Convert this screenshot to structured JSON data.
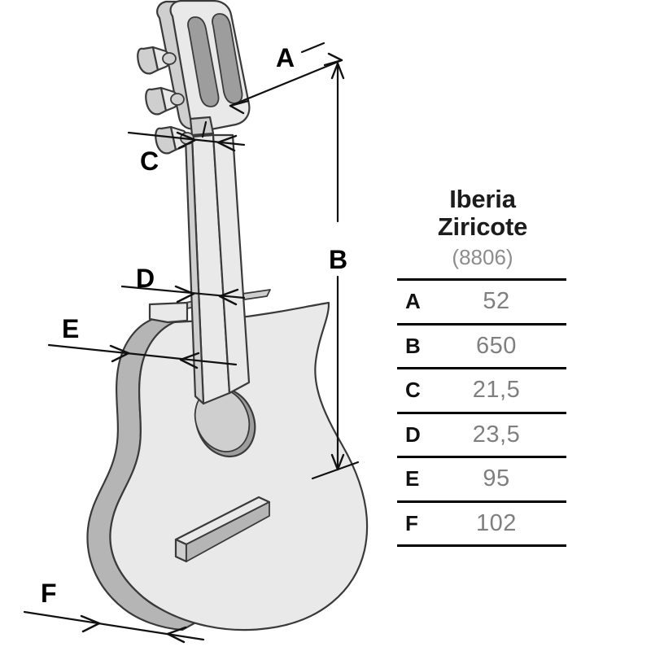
{
  "product": {
    "name_line1": "Iberia",
    "name_line2": "Ziricote",
    "code": "(8806)"
  },
  "spec_table": {
    "rows": [
      {
        "key": "A",
        "value": "52"
      },
      {
        "key": "B",
        "value": "650"
      },
      {
        "key": "C",
        "value": "21,5"
      },
      {
        "key": "D",
        "value": "23,5"
      },
      {
        "key": "E",
        "value": "95"
      },
      {
        "key": "F",
        "value": "102"
      }
    ]
  },
  "diagram": {
    "subject": "classical-guitar-technical-drawing",
    "dimension_labels": {
      "A": "A",
      "B": "B",
      "C": "C",
      "D": "D",
      "E": "E",
      "F": "F"
    }
  },
  "colors": {
    "line": "#3a3a3a",
    "top_face": "#e9e9e9",
    "side_face": "#b5b5b5",
    "mid_face": "#cfcfcf",
    "dark_accent": "#9d9d9d",
    "text_dark": "#111111",
    "text_gray": "#7f7f7f",
    "background": "#ffffff"
  }
}
